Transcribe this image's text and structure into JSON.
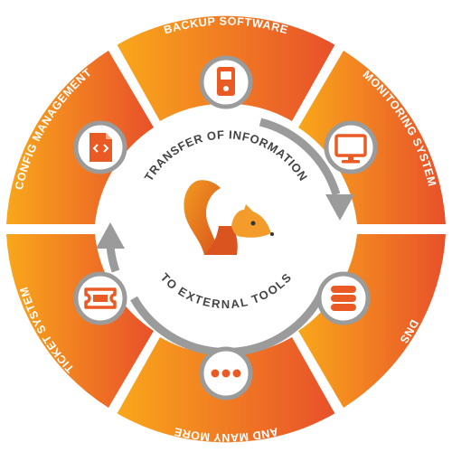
{
  "segments": [
    {
      "id": "backup",
      "label": "BACKUP SOFTWARE",
      "icon": "phone-icon"
    },
    {
      "id": "monitoring",
      "label": "MONITORING SYSTEM",
      "icon": "monitor-icon"
    },
    {
      "id": "dns",
      "label": "DNS",
      "icon": "database-icon"
    },
    {
      "id": "more",
      "label": "AND MANY MORE",
      "icon": "ellipsis-icon"
    },
    {
      "id": "ticket",
      "label": "TICKET SYSTEM",
      "icon": "ticket-icon"
    },
    {
      "id": "config",
      "label": "CONFIG MANAGEMENT",
      "icon": "code-file-icon"
    }
  ],
  "center": {
    "top_text": "TRANSFER OF INFORMATION",
    "bottom_text": "TO EXTERNAL TOOLS",
    "logo": "squirrel-logo"
  },
  "colors": {
    "orange_light": "#F9A71B",
    "orange_dark": "#E8502A",
    "icon_orange": "#EA5A25",
    "arrow_gray": "#9B9B9B",
    "text_gray": "#444444"
  }
}
